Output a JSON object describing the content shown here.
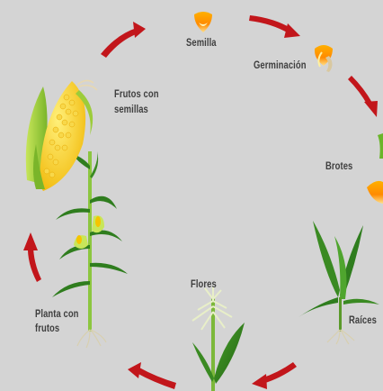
{
  "diagram": {
    "stages": [
      {
        "id": "semilla",
        "label": "Semilla",
        "icon": "seed-icon"
      },
      {
        "id": "germinacion",
        "label": "Germinación",
        "icon": "germinating-seed-icon"
      },
      {
        "id": "brotes",
        "label": "Brotes",
        "icon": "sprout-icon"
      },
      {
        "id": "raices",
        "label": "Raíces",
        "icon": "young-plant-roots-icon"
      },
      {
        "id": "flores",
        "label": "Flores",
        "icon": "tassel-flower-icon"
      },
      {
        "id": "planta",
        "label_line1": "Planta con",
        "label_line2": "frutos",
        "icon": "corn-plant-icon"
      },
      {
        "id": "frutos",
        "label_line1": "Frutos con",
        "label_line2": "semillas",
        "icon": "corn-cob-icon"
      }
    ],
    "colors": {
      "background": "#d4d4d4",
      "arrow": "#c2161b",
      "leaf": "#2f7d1e",
      "kernel": "#f5c400",
      "husk": "#9ccc3a",
      "label": "#3e3e3e"
    }
  }
}
